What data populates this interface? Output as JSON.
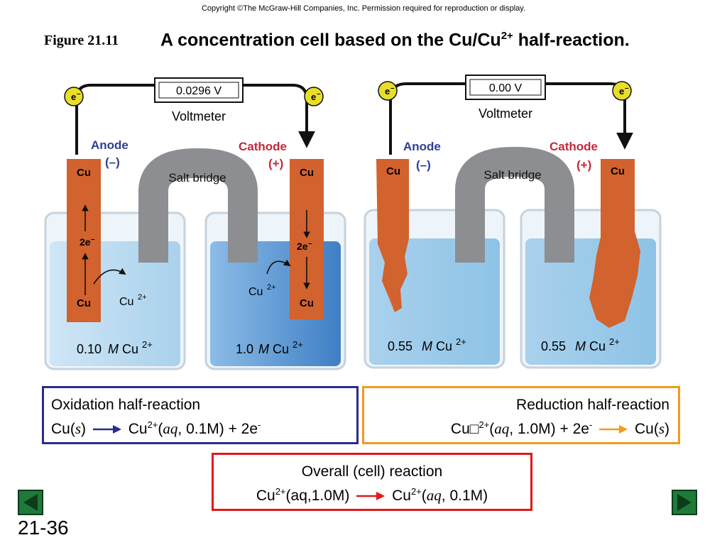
{
  "header": {
    "copyright": "Copyright ©The McGraw-Hill Companies, Inc.  Permission required for reproduction or display.",
    "figure_label": "Figure 21.11",
    "title_main": "A concentration cell based on the Cu/Cu",
    "title_sup": "2+",
    "title_end": " half-reaction."
  },
  "left_cell": {
    "voltmeter_reading": "0.0296 V",
    "voltmeter_label": "Voltmeter",
    "electron": "e",
    "electron_sup": "–",
    "anode_label": "Anode",
    "anode_sign": "(–)",
    "cathode_label": "Cathode",
    "cathode_sign": "(+)",
    "salt_bridge": "Salt bridge",
    "electrode": "Cu",
    "electrons_2e": "2e",
    "ion": "Cu",
    "ion_sup": "2+",
    "left_conc_value": "0.10",
    "right_conc_value": "1.0",
    "molar": "M",
    "conc_species": "Cu",
    "conc_sup": "2+"
  },
  "right_cell": {
    "voltmeter_reading": "0.00 V",
    "voltmeter_label": "Voltmeter",
    "anode_label": "Anode",
    "anode_sign": "(–)",
    "cathode_label": "Cathode",
    "cathode_sign": "(+)",
    "salt_bridge": "Salt bridge",
    "electrode": "Cu",
    "left_conc_value": "0.55",
    "right_conc_value": "0.55",
    "molar": "M",
    "conc_species": "Cu",
    "conc_sup": "2+"
  },
  "oxidation": {
    "title": "Oxidation half-reaction",
    "reactant": "Cu(",
    "reactant_state": "s",
    "reactant_close": ")",
    "product": "Cu",
    "product_sup": "2+",
    "product_open": "(",
    "product_state": "aq",
    "product_rest": ", 0.1M) + 2e",
    "electron_sup": "-"
  },
  "reduction": {
    "title": "Reduction half-reaction",
    "reactant": "Cu",
    "reactant_glyph": "□",
    "reactant_sup": "2+",
    "reactant_open": "(",
    "reactant_state": "aq",
    "reactant_rest": ", 1.0M) + 2e",
    "electron_sup": "-",
    "product": "Cu(",
    "product_state": "s",
    "product_close": ")"
  },
  "overall": {
    "title": "Overall (cell) reaction",
    "reactant": "Cu",
    "reactant_sup": "2+",
    "reactant_rest": "(aq,1.0M)",
    "product": "Cu",
    "product_sup": "2+",
    "product_open": "(",
    "product_state": "aq",
    "product_rest": ", 0.1M)"
  },
  "footer": {
    "slide_number": "21-36"
  },
  "colors": {
    "copper": "#d2622e",
    "solution_dilute": "#bcdcf0",
    "solution_conc": "#4f8fd0",
    "salt_bridge": "#8c8e92",
    "anode_text": "#2e3e96",
    "cathode_text": "#c4283a",
    "electron_badge": "#e8de2a"
  }
}
